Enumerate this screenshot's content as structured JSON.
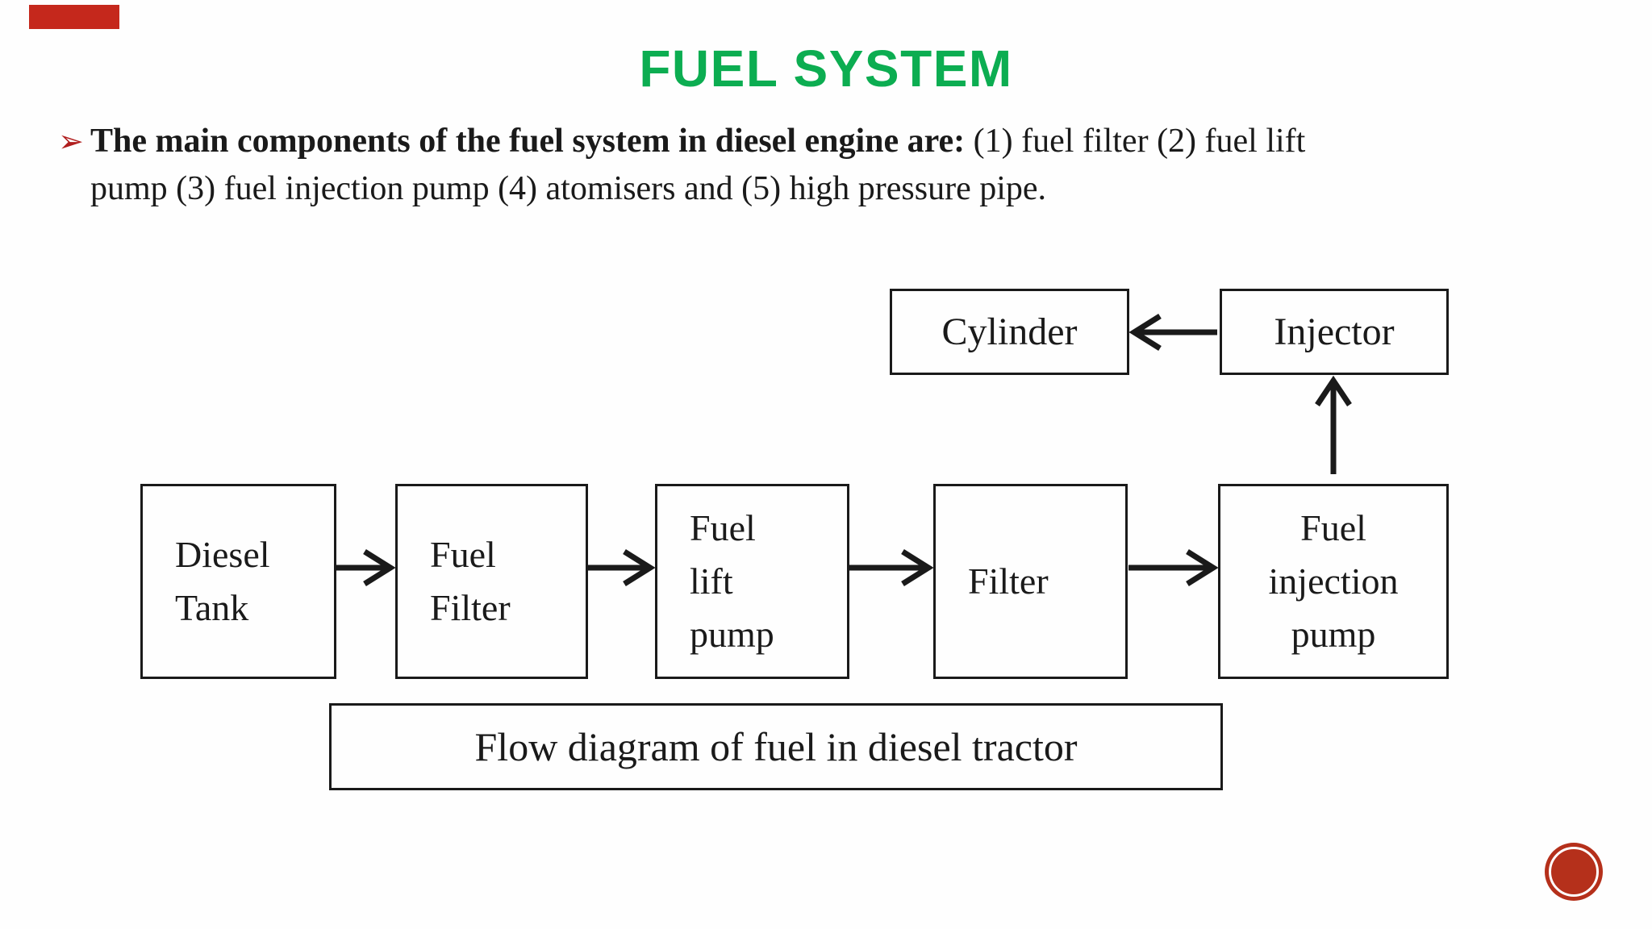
{
  "slide": {
    "title": "FUEL SYSTEM",
    "bullet_char": "➢",
    "colors": {
      "title_green": "#0cad51",
      "bullet_red": "#b01d1d",
      "corner_bar_red": "#c5281c",
      "corner_circle_red": "#b5301b",
      "ink": "#1a1a1a"
    },
    "paragraph": {
      "line1_bold": "The main components of the fuel system in diesel engine are:",
      "line1_regular": " (1) fuel filter (2) fuel lift",
      "line2": "pump (3) fuel injection pump (4) atomisers and (5) high pressure pipe."
    }
  },
  "diagram": {
    "boxes": {
      "diesel_tank": {
        "lines": [
          "Diesel",
          "Tank"
        ]
      },
      "fuel_filter": {
        "lines": [
          "Fuel",
          "Filter"
        ]
      },
      "fuel_lift_pump": {
        "lines": [
          "Fuel",
          "lift",
          "pump"
        ]
      },
      "filter": {
        "lines": [
          "Filter"
        ]
      },
      "fuel_injection_pump": {
        "lines": [
          "Fuel",
          "injection",
          "pump"
        ]
      },
      "cylinder": {
        "lines": [
          "Cylinder"
        ]
      },
      "injector": {
        "lines": [
          "Injector"
        ]
      }
    },
    "caption": "Flow diagram of fuel in diesel tractor"
  }
}
